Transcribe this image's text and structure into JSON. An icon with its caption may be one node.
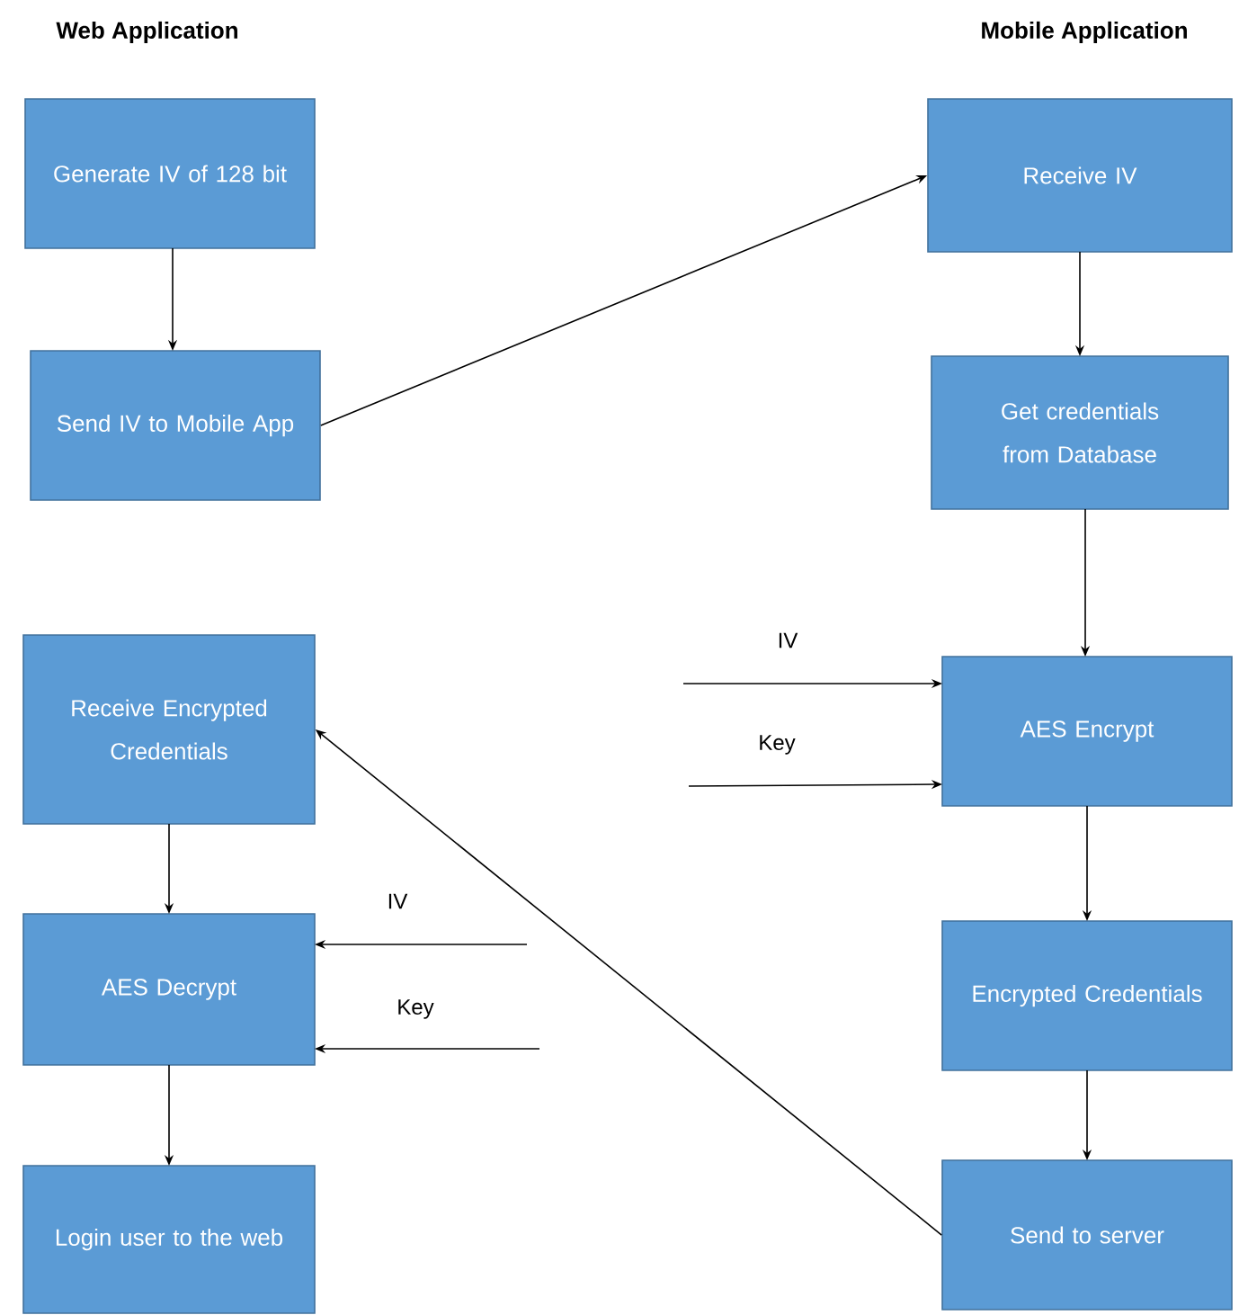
{
  "diagram": {
    "nodes": [
      {
        "text": [
          "Generate IV of 128 bit"
        ]
      },
      {
        "text": [
          "Send IV to Mobile App"
        ]
      },
      {
        "text": [
          "Receive IV"
        ]
      },
      {
        "text": [
          "Get credentials from Database"
        ]
      },
      {
        "text": [
          "AES Encrypt"
        ]
      },
      {
        "text": [
          "Encrypted Credentials"
        ]
      },
      {
        "text": [
          "Send to server"
        ]
      },
      {
        "text": [
          "Receive Encrypted Credentials"
        ]
      },
      {
        "text": [
          "AES Decrypt"
        ]
      },
      {
        "text": [
          "Login user to the web"
        ]
      }
    ],
    "edges": [
      {
        "from": 0,
        "to": 1,
        "arrow": "to"
      },
      {
        "from": 1,
        "to": 2,
        "arrow": "to"
      },
      {
        "from": 2,
        "to": 3,
        "arrow": "to"
      },
      {
        "from": 3,
        "to": 4,
        "arrow": "to"
      },
      {
        "from": null,
        "to": 4,
        "arrow": "to",
        "label": "IV"
      },
      {
        "from": null,
        "to": 4,
        "arrow": "to",
        "label": "Key"
      },
      {
        "from": 4,
        "to": 5,
        "arrow": "to"
      },
      {
        "from": 5,
        "to": 6,
        "arrow": "to"
      },
      {
        "from": 6,
        "to": 7,
        "arrow": "to"
      },
      {
        "from": 7,
        "to": 8,
        "arrow": "to"
      },
      {
        "from": null,
        "to": 8,
        "arrow": "to",
        "label": "IV"
      },
      {
        "from": null,
        "to": 8,
        "arrow": "to",
        "label": "Key"
      },
      {
        "from": 8,
        "to": 9,
        "arrow": "to"
      }
    ],
    "labels": [
      "Web Application",
      "Mobile Application"
    ]
  }
}
